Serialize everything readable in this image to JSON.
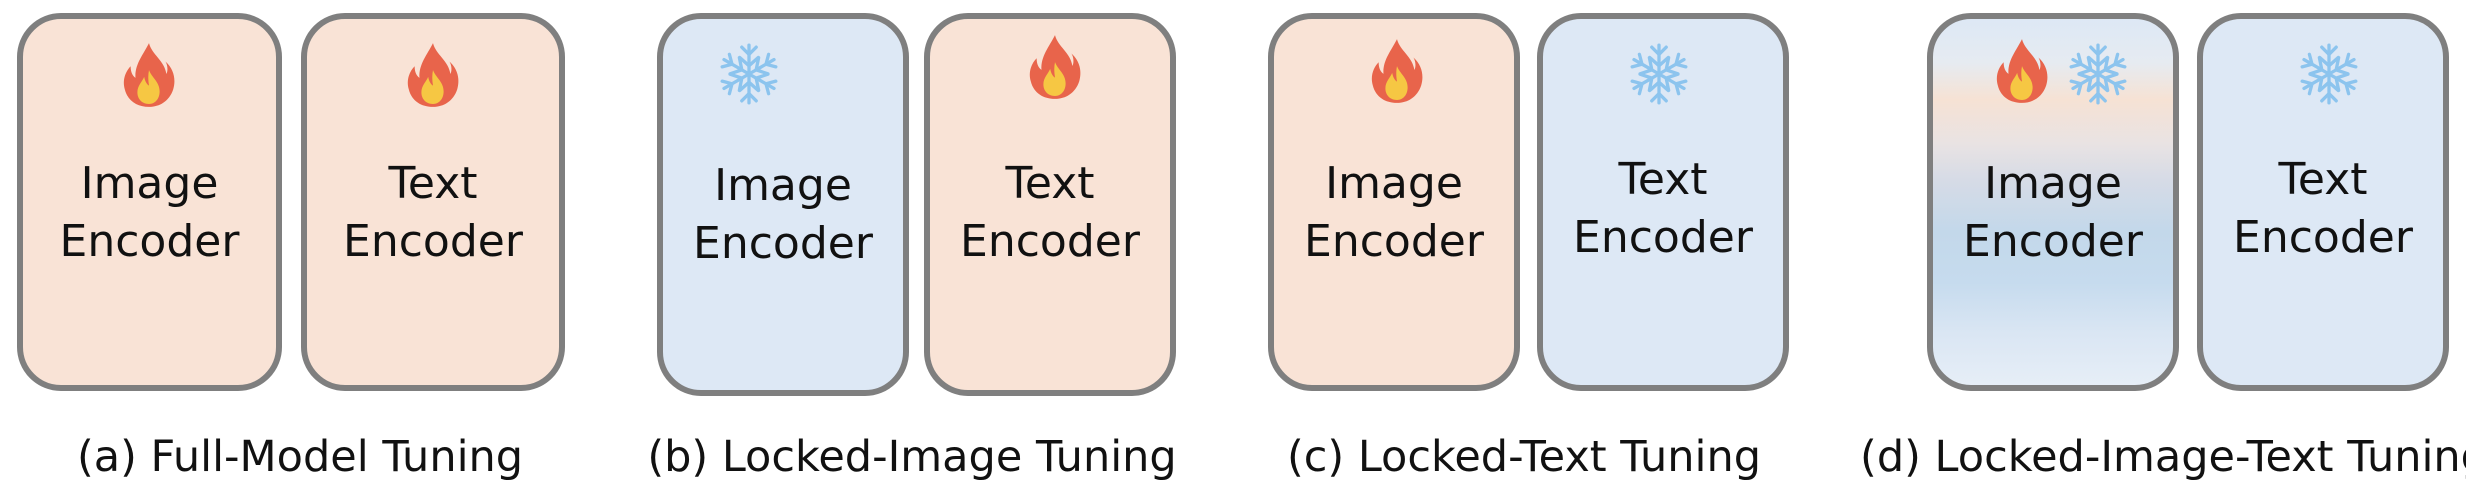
{
  "panels": [
    {
      "caption": "(a) Full-Model Tuning",
      "image_encoder": {
        "line1": "Image",
        "line2": "Encoder",
        "icons": [
          "fire-icon"
        ],
        "state": "trainable"
      },
      "text_encoder": {
        "line1": "Text",
        "line2": "Encoder",
        "icons": [
          "fire-icon"
        ],
        "state": "trainable"
      }
    },
    {
      "caption": "(b) Locked-Image Tuning",
      "image_encoder": {
        "line1": "Image",
        "line2": "Encoder",
        "icons": [
          "snowflake-icon"
        ],
        "state": "frozen"
      },
      "text_encoder": {
        "line1": "Text",
        "line2": "Encoder",
        "icons": [
          "fire-icon"
        ],
        "state": "trainable"
      }
    },
    {
      "caption": "(c) Locked-Text Tuning",
      "image_encoder": {
        "line1": "Image",
        "line2": "Encoder",
        "icons": [
          "fire-icon"
        ],
        "state": "trainable"
      },
      "text_encoder": {
        "line1": "Text",
        "line2": "Encoder",
        "icons": [
          "snowflake-icon"
        ],
        "state": "frozen"
      }
    },
    {
      "caption": "(d) Locked-Image-Text Tuning",
      "image_encoder": {
        "line1": "Image",
        "line2": "Encoder",
        "icons": [
          "fire-icon",
          "snowflake-icon"
        ],
        "state": "partially-frozen"
      },
      "text_encoder": {
        "line1": "Text",
        "line2": "Encoder",
        "icons": [
          "snowflake-icon"
        ],
        "state": "frozen"
      }
    }
  ],
  "colors": {
    "trainable_fill": "#f9e3d6",
    "frozen_fill": "#dde8f5",
    "border": "#7f7f7f",
    "fire": "#e8644b",
    "fire_inner": "#f6c743",
    "snowflake": "#8cc4ee"
  }
}
